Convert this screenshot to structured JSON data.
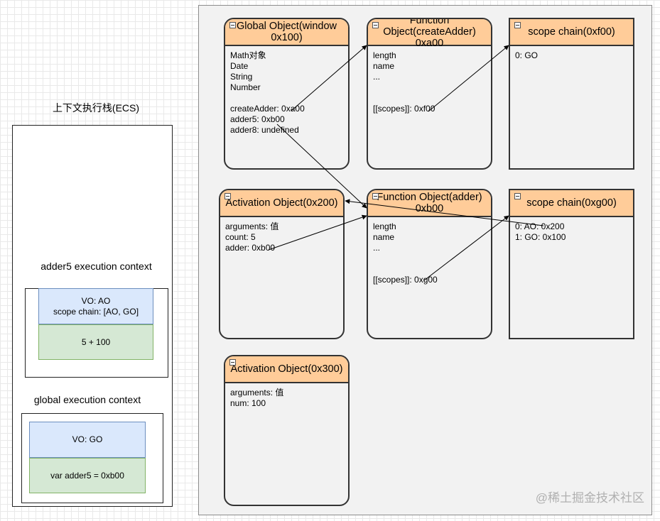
{
  "ecs": {
    "title": "上下文执行栈(ECS)",
    "adder5_context": {
      "label": "adder5 execution context",
      "vo_line1": "VO: AO",
      "vo_line2": "scope chain: [AO, GO]",
      "code": "5 + 100"
    },
    "global_context": {
      "label": "global execution context",
      "vo": "VO: GO",
      "code": "var adder5 = 0xb00"
    }
  },
  "objects": {
    "global": {
      "title": "Global Object(window 0x100)",
      "body": "Math对象\nDate\nString\nNumber\n\ncreateAdder: 0xa00\nadder5: 0xb00\nadder8: undefined"
    },
    "create_adder_fn": {
      "title": "Function Object(createAdder)\n0xa00",
      "body": "length\nname\n...\n\n\n[[scopes]]: 0xf00"
    },
    "scope_chain_f00": {
      "title": "scope chain(0xf00)",
      "body": "0: GO"
    },
    "activation_200": {
      "title": "Activation Object(0x200)",
      "body": "arguments: 值\ncount: 5\nadder: 0xb00"
    },
    "adder_fn": {
      "title": "Function Object(adder)\n0xb00",
      "body": "length\nname\n...\n\n\n[[scopes]]: 0xg00"
    },
    "scope_chain_g00": {
      "title": "scope chain(0xg00)",
      "body": "0: AO: 0x200\n1: GO: 0x100"
    },
    "activation_300": {
      "title": "Activation Object(0x300)",
      "body": "arguments: 值\nnum: 100"
    }
  },
  "watermark": "@稀土掘金技术社区"
}
